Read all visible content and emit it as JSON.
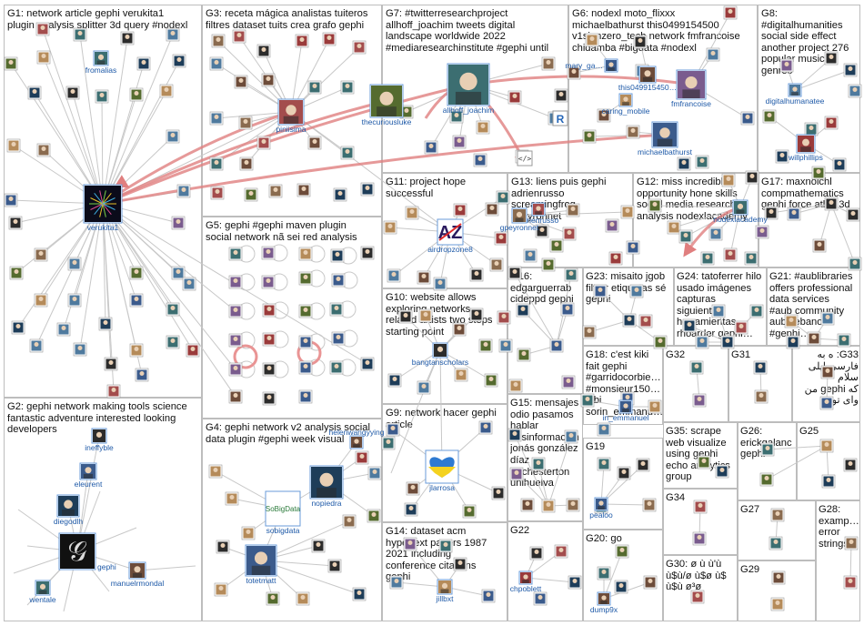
{
  "groups": [
    {
      "id": "g1",
      "label": "G1: network article gephi verukita1\nplugin analysis splitter 3d query #nodexl"
    },
    {
      "id": "g2",
      "label": "G2: gephi network making tools science\nfantastic adventure interested looking\ndevelopers"
    },
    {
      "id": "g3",
      "label": "G3: receta mágica analistas tuiteros\nfiltres dataset tuits crea grafo gephi"
    },
    {
      "id": "g4",
      "label": "G4: gephi network v2 analysis social\ndata plugin #gephi week visual"
    },
    {
      "id": "g5",
      "label": "G5: gephi #gephi maven plugin\nsocial network nã sei red analysis"
    },
    {
      "id": "g6",
      "label": "G6: nodexl moto_flixxx\nmichaelbathurst this0499154500\nv1sionzero_tech network fmfrancoise\nchidamba #bigdata #nodexl"
    },
    {
      "id": "g7",
      "label": "G7: #twitterresearchproject\nallhoff_joachim tweets digital\nlandscape worldwide 2022\n#mediaresearchinstitute #gephi until"
    },
    {
      "id": "g8",
      "label": "G8: #digitalhumanities\nsocial side effect\nanother project 276\npopular musical\ngenres"
    },
    {
      "id": "g9",
      "label": "G9: network hacer gephi\narticle"
    },
    {
      "id": "g10",
      "label": "G10: website allows\nexploring networks\nrelated artists two steps\nstarting point"
    },
    {
      "id": "g11",
      "label": "G11: project hope\nsuccessful"
    },
    {
      "id": "g12",
      "label": "G12: miss incredible\nopportunity hone skills\nsocial media research\nanalysis nodexlacademy"
    },
    {
      "id": "g13",
      "label": "G13: liens puis gephi\nadrienrusso\nscreamingfrog\nspeyronnet"
    },
    {
      "id": "g14",
      "label": "G14: dataset acm\nhypertext papers 1987\n2021 including\nconference citations\ngephi"
    },
    {
      "id": "g15",
      "label": "G15: mensajes\nodio pasamos\nhablar\ndesinformación\njonás gonzález\ndíaz\nmrchesterton\nunihuelva"
    },
    {
      "id": "g16",
      "label": "G16:\nedgarguerrab\ncideppd gephi"
    },
    {
      "id": "g17",
      "label": "G17: maxnoichl\ncompmathematics\ngephi force atlas 3d"
    },
    {
      "id": "g18",
      "label": "G18: c'est kiki\nfait gephi\n#garridocorbie…\n#monsieur150…\nbibi\nsorin_emmanu…"
    },
    {
      "id": "g19",
      "label": "G19"
    },
    {
      "id": "g20",
      "label": "G20: go"
    },
    {
      "id": "g21",
      "label": "G21: #aublibraries\noffers professional\ndata services\n#aub community\naub_lebanon\n#gephi…"
    },
    {
      "id": "g22",
      "label": "G22"
    },
    {
      "id": "g23",
      "label": "G23: misaito jgob\nfiltrar etiquetas sé\ngephi"
    },
    {
      "id": "g24",
      "label": "G24: tatoferrer hilo\nusado imágenes\ncapturas\nsiguientes\nherramientas\nrhoarder gephi…"
    },
    {
      "id": "g25",
      "label": "G25"
    },
    {
      "id": "g26",
      "label": "G26:\nerickgalanc\ngephi"
    },
    {
      "id": "g27",
      "label": "G27"
    },
    {
      "id": "g28",
      "label": "G28:\nexamp…\nerror\nstrings"
    },
    {
      "id": "g29",
      "label": "G29"
    },
    {
      "id": "g30",
      "label": "G30: ø ù ù'ù\nù$ù/ø ù$ø ù$\nù$ù ø³ø"
    },
    {
      "id": "g31",
      "label": "G31"
    },
    {
      "id": "g32",
      "label": "G32"
    },
    {
      "id": "g33",
      "label": "G33: ه به\nفارسی ایلی سلام\nکه gephi من\nوای توی"
    },
    {
      "id": "g34",
      "label": "G34"
    },
    {
      "id": "g35",
      "label": "G35: scrape\nweb visualize\nusing gephi\necho analytics\ngroup"
    }
  ],
  "nodes": [
    "verukita1",
    "fromalias",
    "piniisima",
    "thecuriousluke",
    "allhoff_joachim",
    "mary_ga…",
    "this049915450…",
    "caring_mobile",
    "fmfrancoise",
    "michaelbathurst",
    "digitalhumanatee",
    "willphillips",
    "airdropzone8",
    "adrienrusso",
    "gpeyronnet",
    "nodexlacademy",
    "bangtanscholars",
    "ineffyble",
    "eleurent",
    "diegodlh",
    "gephi",
    "manuelrmondal",
    "wentale",
    "helenwangyying",
    "sobigdata",
    "nopiedra",
    "totetmatt",
    "jlarrosa",
    "jillbxt",
    "pealoo",
    "dump9x",
    "chpoblett",
    "in_emmanuel"
  ],
  "icons": [
    "avatar-icon",
    "gephi-logo-icon",
    "ukraine-heart-icon",
    "az-logo-icon",
    "sobigdata-logo-icon",
    "r-logo-icon",
    "code-icon"
  ],
  "colors": {
    "edge": "#c8c8c8",
    "strong_edge": "#e07f7f",
    "box_border": "#bdbdbd",
    "label": "#1f5aa8"
  }
}
